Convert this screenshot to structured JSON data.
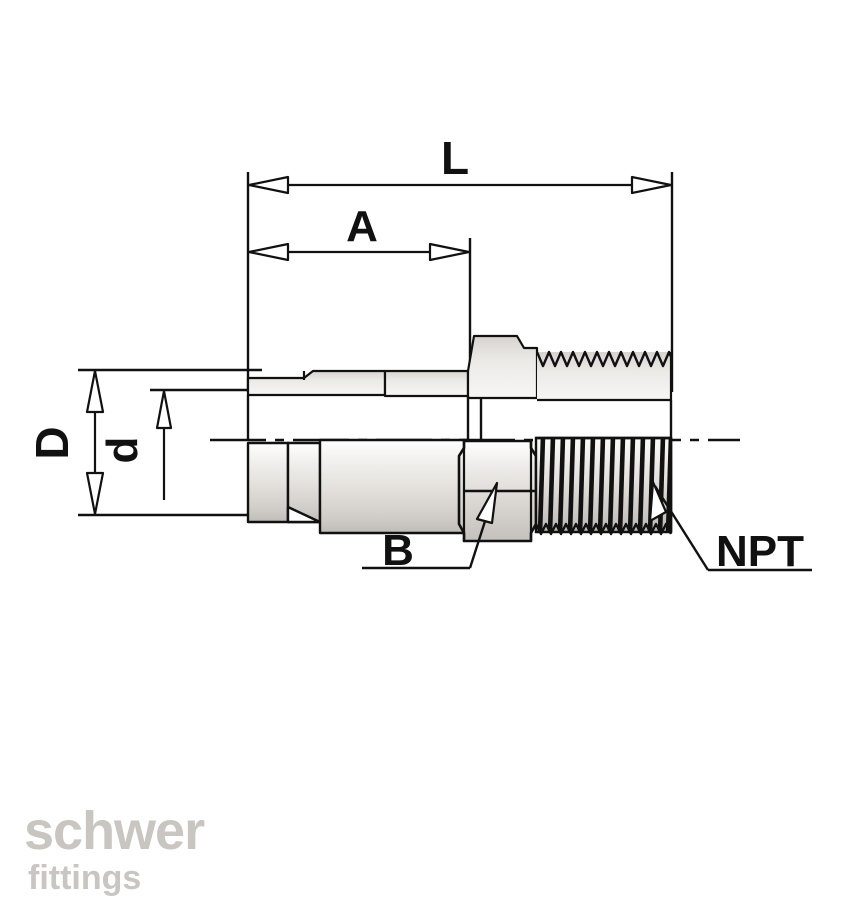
{
  "drawing": {
    "type": "technical-engineering-drawing",
    "subject": "Male connector fitting with NPT pipe thread",
    "background_color": "#ffffff",
    "line_color": "#111111",
    "metal_light": "#f2f1ef",
    "metal_mid": "#d9d6d2",
    "metal_dark": "#bdb9b4",
    "dimension_labels": {
      "length_overall": "L",
      "length_partial": "A",
      "diameter_outer": "D",
      "diameter_inner": "d",
      "hex_across_flats": "B",
      "thread_callout": "NPT"
    }
  },
  "logo": {
    "name": "schwer",
    "tagline": "fittings",
    "color": "#c9c5c0"
  }
}
